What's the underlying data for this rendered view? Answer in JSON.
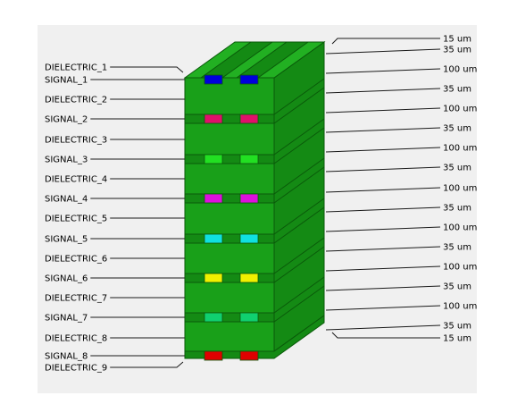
{
  "panel_bg": "#f0f0f0",
  "colors": {
    "dielectric_front": "#19a019",
    "dielectric_side": "#148a14",
    "dielectric_top": "#22b022",
    "outline": "#0a5a0a",
    "leader": "#1a1a1a",
    "text": "#000000"
  },
  "left_labels": [
    "DIELECTRIC_1",
    "SIGNAL_1",
    "DIELECTRIC_2",
    "SIGNAL_2",
    "DIELECTRIC_3",
    "SIGNAL_3",
    "DIELECTRIC_4",
    "SIGNAL_4",
    "DIELECTRIC_5",
    "SIGNAL_5",
    "DIELECTRIC_6",
    "SIGNAL_6",
    "DIELECTRIC_7",
    "SIGNAL_7",
    "DIELECTRIC_8",
    "SIGNAL_8",
    "DIELECTRIC_9"
  ],
  "right_labels": [
    "15 um",
    "35 um",
    "100 um",
    "35 um",
    "100 um",
    "35 um",
    "100 um",
    "35 um",
    "100 um",
    "35 um",
    "100 um",
    "35 um",
    "100 um",
    "35 um",
    "100 um",
    "35 um",
    "15 um"
  ],
  "signal_colors": [
    "#0000dd",
    "#e0106a",
    "#22e022",
    "#dd10dd",
    "#10e0e0",
    "#f0f000",
    "#10d070",
    "#e00000"
  ]
}
